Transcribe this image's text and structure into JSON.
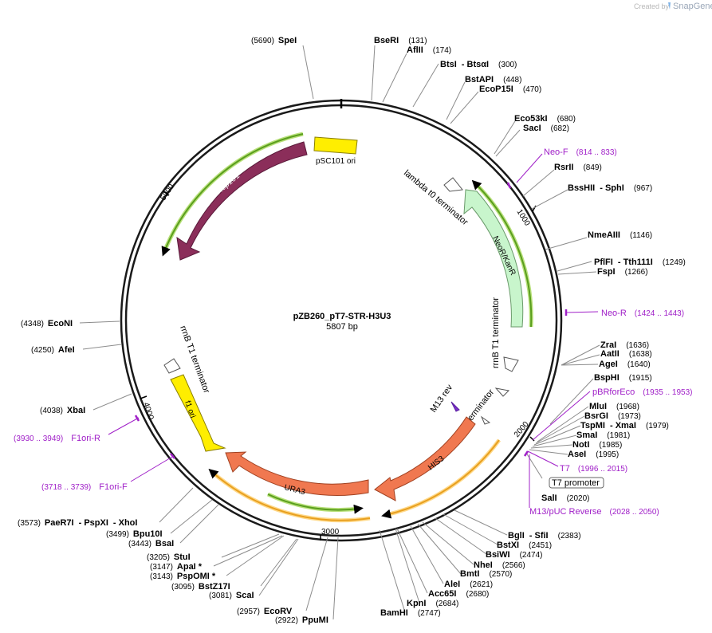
{
  "header": {
    "created_by": "Created by",
    "brand": "SnapGene"
  },
  "plasmid": {
    "name": "pZB260_pT7-STR-H3U3",
    "length_label": "5807 bp"
  },
  "ticks": [
    "1000",
    "2000",
    "3000",
    "4000",
    "5000"
  ],
  "sites": [
    {
      "name": "SpeI",
      "pos": "(5690)"
    },
    {
      "name": "BseRI",
      "pos": "(131)"
    },
    {
      "name": "AflII",
      "pos": "(174)"
    },
    {
      "name": "BtsI",
      "name2": "- BtsαI",
      "pos": "(300)"
    },
    {
      "name": "BstAPI",
      "pos": "(448)"
    },
    {
      "name": "EcoP15I",
      "pos": "(470)"
    },
    {
      "name": "Eco53kI",
      "pos": "(680)"
    },
    {
      "name": "SacI",
      "pos": "(682)"
    },
    {
      "name": "RsrII",
      "pos": "(849)"
    },
    {
      "name": "BssHII",
      "name2": "- SphI",
      "pos": "(967)"
    },
    {
      "name": "NmeAIII",
      "pos": "(1146)"
    },
    {
      "name": "PflFI",
      "name2": "- Tth111I",
      "pos": "(1249)"
    },
    {
      "name": "FspI",
      "pos": "(1266)"
    },
    {
      "name": "ZraI",
      "pos": "(1636)"
    },
    {
      "name": "AatII",
      "pos": "(1638)"
    },
    {
      "name": "AgeI",
      "pos": "(1640)"
    },
    {
      "name": "BspHI",
      "pos": "(1915)"
    },
    {
      "name": "MluI",
      "pos": "(1968)"
    },
    {
      "name": "BsrGI",
      "pos": "(1973)"
    },
    {
      "name": "TspMI",
      "name2": "- XmaI",
      "pos": "(1979)"
    },
    {
      "name": "SmaI",
      "pos": "(1981)"
    },
    {
      "name": "NotI",
      "pos": "(1985)"
    },
    {
      "name": "AseI",
      "pos": "(1995)"
    },
    {
      "name": "SalI",
      "pos": "(2020)"
    },
    {
      "name": "BglI",
      "name2": "- SfiI",
      "pos": "(2383)"
    },
    {
      "name": "BstXI",
      "pos": "(2451)"
    },
    {
      "name": "BsiWI",
      "pos": "(2474)"
    },
    {
      "name": "NheI",
      "pos": "(2566)"
    },
    {
      "name": "BmtI",
      "pos": "(2570)"
    },
    {
      "name": "AleI",
      "pos": "(2621)"
    },
    {
      "name": "Acc65I",
      "pos": "(2680)"
    },
    {
      "name": "KpnI",
      "pos": "(2684)"
    },
    {
      "name": "BamHI",
      "pos": "(2747)"
    },
    {
      "name": "PpuMI",
      "pos": "(2922)"
    },
    {
      "name": "EcoRV",
      "pos": "(2957)"
    },
    {
      "name": "ScaI",
      "pos": "(3081)"
    },
    {
      "name": "BstZ17I",
      "pos": "(3095)"
    },
    {
      "name": "PspOMI *",
      "pos": "(3143)"
    },
    {
      "name": "ApaI *",
      "pos": "(3147)"
    },
    {
      "name": "StuI",
      "pos": "(3205)"
    },
    {
      "name": "BsaI",
      "pos": "(3443)"
    },
    {
      "name": "Bpu10I",
      "pos": "(3499)"
    },
    {
      "name": "PaeR7I",
      "name2": "- PspXI",
      "name3": "- XhoI",
      "pos": "(3573)"
    },
    {
      "name": "XbaI",
      "pos": "(4038)"
    },
    {
      "name": "AfeI",
      "pos": "(4250)"
    },
    {
      "name": "EcoNI",
      "pos": "(4348)"
    }
  ],
  "primers": [
    {
      "name": "Neo-F",
      "pos": "(814 .. 833)"
    },
    {
      "name": "Neo-R",
      "pos": "(1424 .. 1443)"
    },
    {
      "name": "pBRforEco",
      "pos": "(1935 .. 1953)"
    },
    {
      "name": "T7",
      "pos": "(1996 .. 2015)"
    },
    {
      "name": "M13/pUC Reverse",
      "pos": "(2028 .. 2050)"
    },
    {
      "name": "F1ori-F",
      "pos": "(3718 .. 3739)"
    },
    {
      "name": "F1ori-R",
      "pos": "(3930 .. 3949)"
    }
  ],
  "features": {
    "psc101_ori": "pSC101 ori",
    "rep101": "Rep101",
    "lambda_t0": "lambda t0 terminator",
    "neo": "NeoR/KanR",
    "rrnb_t1_right": "rrnB T1 terminator",
    "m13_rev": "M13 rev",
    "rrnb_t2": "rrnB T2 terminator",
    "t7_promoter": "T7 promoter",
    "his3": "HIS3",
    "ura3": "URA3",
    "f1_ori": "f1 ori",
    "rrnb_t1_left": "rrnB T1 terminator"
  },
  "colors": {
    "backbone": "#1a1a1a",
    "rep101": "#8b2e5a",
    "psc101_ori": "#ffee00",
    "neo": "#c8f5cc",
    "f1_ori": "#ffee00",
    "his3": "#f07850",
    "ura3": "#f07850",
    "orf_green": "#5a9e1e",
    "orf_orange": "#e8a020",
    "primer": "#a020c8"
  }
}
